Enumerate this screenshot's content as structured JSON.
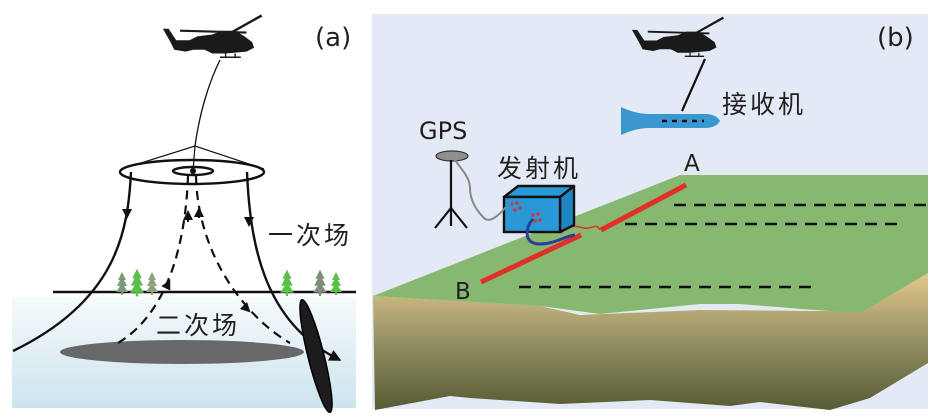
{
  "panel_a": {
    "tag": "(a)",
    "primary_field_label": "一次场",
    "secondary_field_label": "二次场",
    "colors": {
      "sky": "#ffffff",
      "subsurface_top": "#f5fafc",
      "subsurface_bottom": "#cfe6ee",
      "ore_body_horizontal": "#6a6a6c",
      "ore_body_dipping": "#1c1c1c",
      "tree_light": "#5cbf4a",
      "tree_gray": "#7a9a78"
    }
  },
  "panel_b": {
    "tag": "(b)",
    "gps_label": "GPS",
    "transmitter_label": "发射机",
    "receiver_label": "接收机",
    "electrode_a_label": "A",
    "electrode_b_label": "B",
    "colors": {
      "background": "#e3eaf5",
      "ground_surface": "#86b870",
      "soil_top": "#e6cc8c",
      "soil_bottom": "#565c34",
      "transmitter_box": "#2a97d6",
      "receiver_bird": "#3a97cf",
      "wire_red": "#e0302a",
      "wire_blue": "#2b3f99",
      "gps_antenna": "#8e8e8e"
    }
  }
}
